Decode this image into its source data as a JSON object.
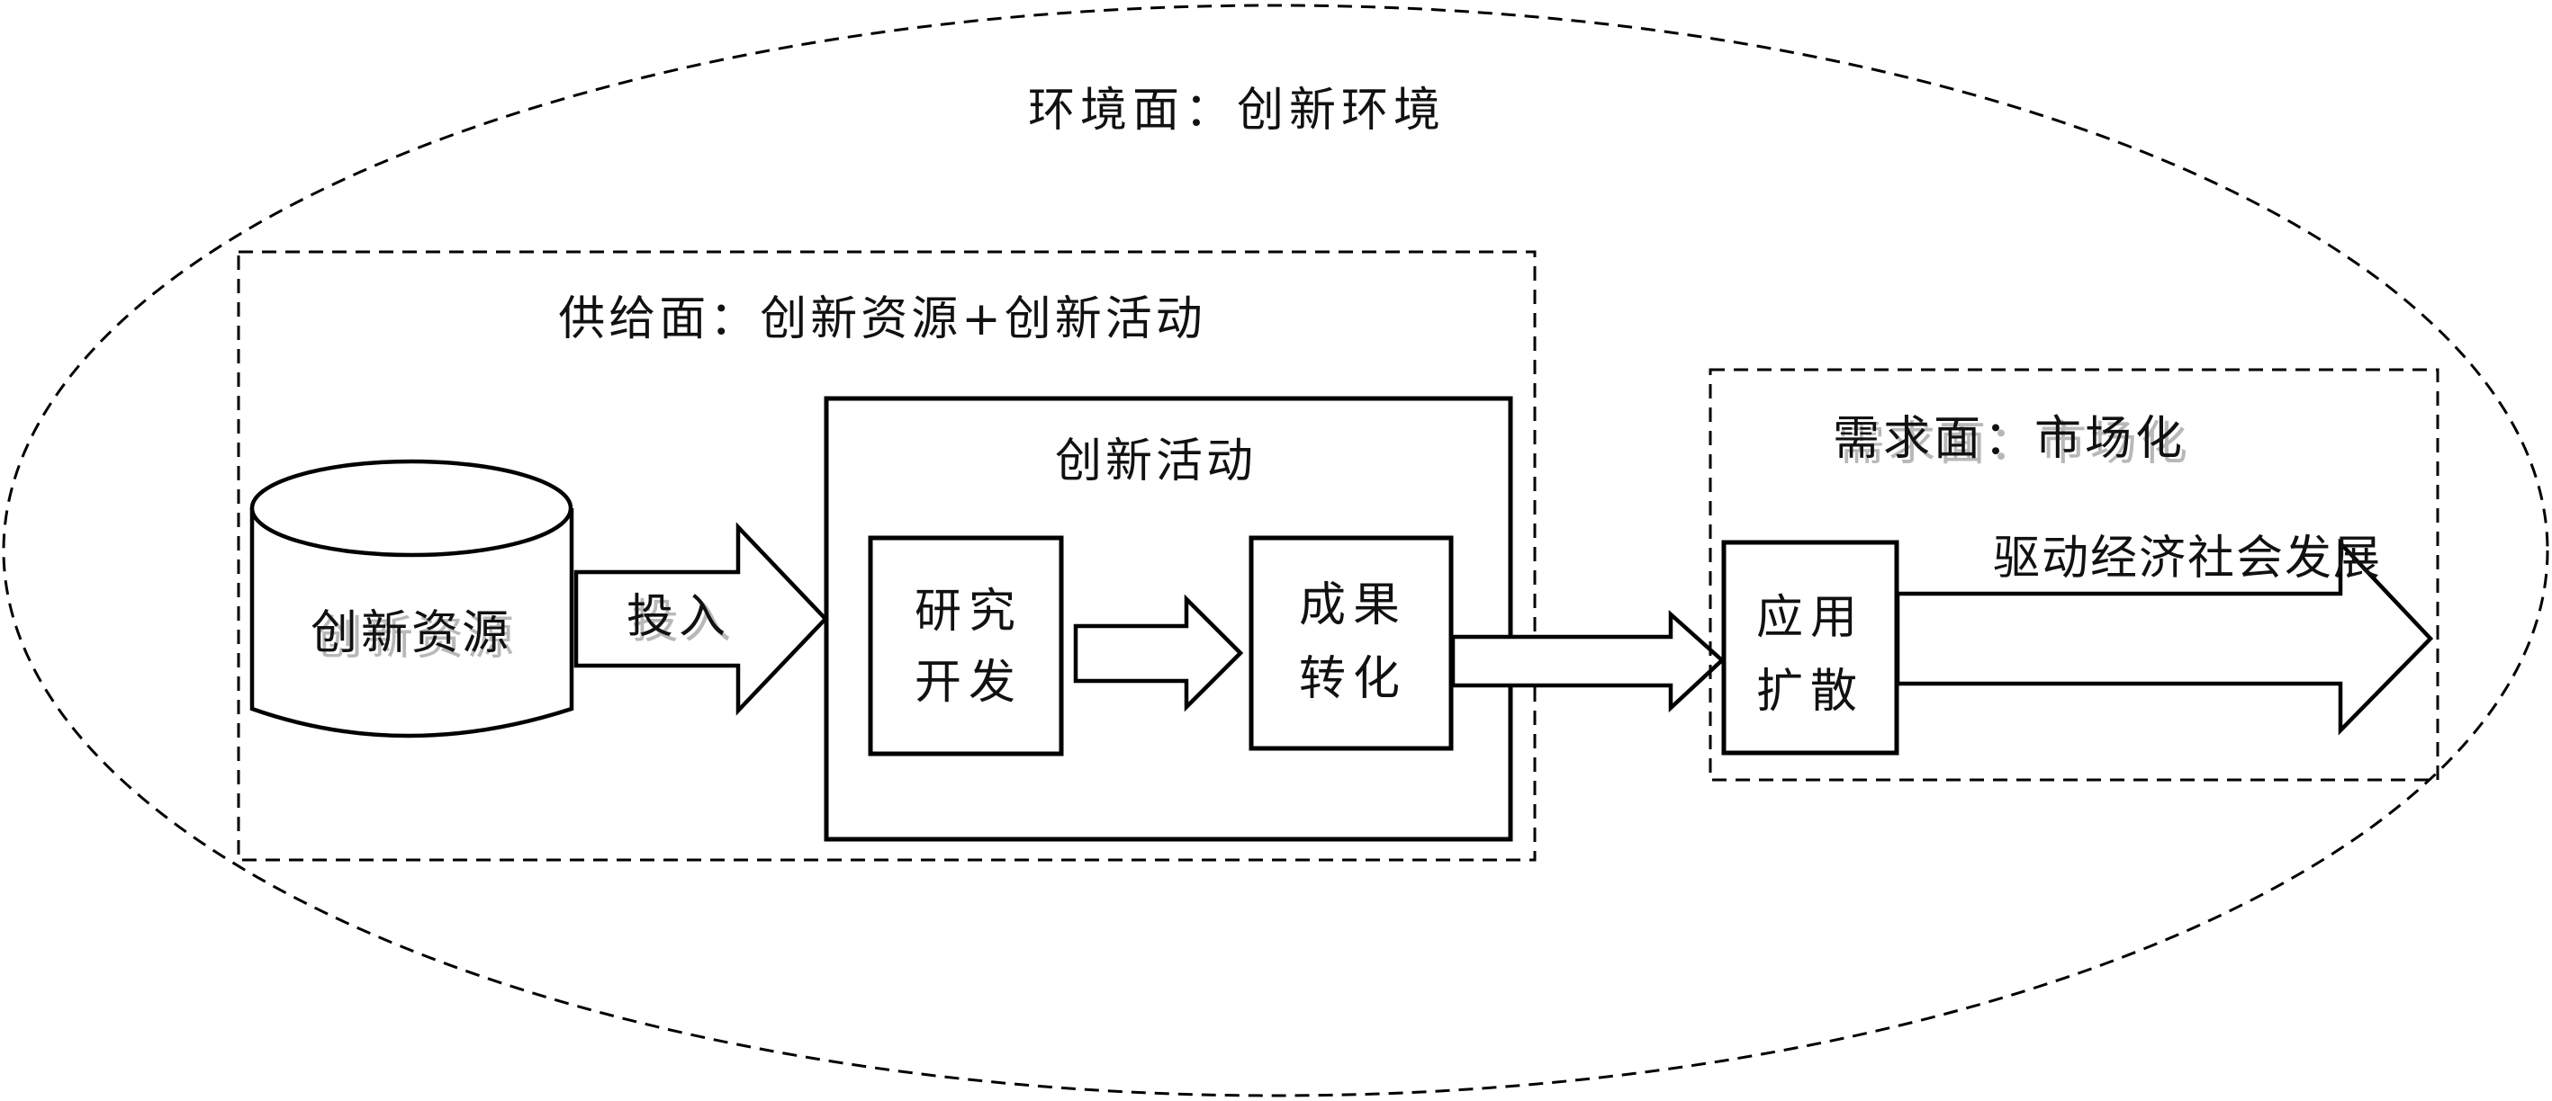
{
  "diagram": {
    "environment_label": "环境面：创新环境",
    "supply_label": "供给面：创新资源+创新活动",
    "demand_label": "需求面：市场化",
    "resources_label": "创新资源",
    "input_label": "投入",
    "activity_label": "创新活动",
    "rd_line1": "研究",
    "rd_line2": "开发",
    "transform_line1": "成果",
    "transform_line2": "转化",
    "diffusion_line1": "应用",
    "diffusion_line2": "扩散",
    "drive_label": "驱动经济社会发展"
  }
}
